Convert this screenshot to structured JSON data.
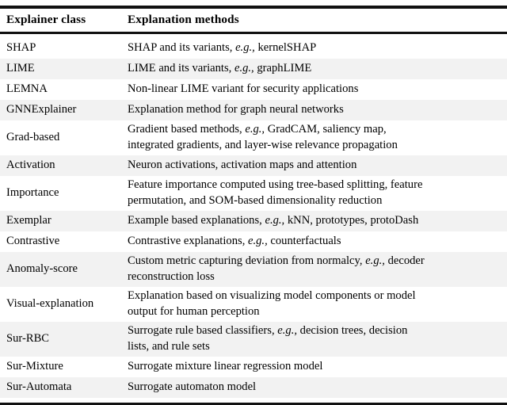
{
  "table": {
    "columns": [
      {
        "key": "explainer_class",
        "label": "Explainer class"
      },
      {
        "key": "explanation_methods",
        "label": "Explanation methods"
      }
    ],
    "rows": [
      {
        "explainer_class": "SHAP",
        "explanation_methods": "SHAP and its variants, e.g., kernelSHAP",
        "method_pre": "SHAP and its variants,",
        "method_eg": "e.g.,",
        "method_post": "kernelSHAP",
        "lines": 1,
        "shaded": false
      },
      {
        "explainer_class": "LIME",
        "explanation_methods": "LIME and its variants, e.g., graphLIME",
        "method_pre": "LIME and its variants,",
        "method_eg": "e.g.,",
        "method_post": "graphLIME",
        "lines": 1,
        "shaded": true
      },
      {
        "explainer_class": "LEMNA",
        "explanation_methods": "Non-linear LIME variant for security applications",
        "method_pre": "Non-linear LIME variant for security applications",
        "method_eg": "",
        "method_post": "",
        "lines": 1,
        "shaded": false
      },
      {
        "explainer_class": "GNNExplainer",
        "explanation_methods": "Explanation method for graph neural networks",
        "method_pre": "Explanation method for graph neural networks",
        "method_eg": "",
        "method_post": "",
        "lines": 1,
        "shaded": true
      },
      {
        "explainer_class": "Grad-based",
        "explanation_methods": "Gradient based methods, e.g., GradCAM, saliency map, integrated gradients, and layer-wise relevance propagation",
        "method_pre": "Gradient based methods,",
        "method_eg": "e.g.,",
        "method_post": "GradCAM, saliency map,",
        "method_line2": "integrated gradients, and layer-wise relevance propagation",
        "lines": 2,
        "shaded": false
      },
      {
        "explainer_class": "Activation",
        "explanation_methods": "Neuron activations, activation maps and attention",
        "method_pre": "Neuron activations, activation maps and attention",
        "method_eg": "",
        "method_post": "",
        "lines": 1,
        "shaded": true
      },
      {
        "explainer_class": "Importance",
        "explanation_methods": "Feature importance computed using tree-based splitting, feature permutation, and SOM-based dimensionality reduction",
        "method_pre": "Feature importance computed using tree-based splitting, feature",
        "method_eg": "",
        "method_post": "",
        "method_line2": "permutation, and SOM-based dimensionality reduction",
        "lines": 2,
        "shaded": false
      },
      {
        "explainer_class": "Exemplar",
        "explanation_methods": "Example based explanations, e.g., kNN, prototypes, protoDash",
        "method_pre": "Example based explanations,",
        "method_eg": "e.g.,",
        "method_post": "kNN, prototypes, protoDash",
        "lines": 1,
        "shaded": true
      },
      {
        "explainer_class": "Contrastive",
        "explanation_methods": "Contrastive explanations, e.g., counterfactuals",
        "method_pre": "Contrastive explanations,",
        "method_eg": "e.g.,",
        "method_post": "counterfactuals",
        "lines": 1,
        "shaded": false
      },
      {
        "explainer_class": "Anomaly-score",
        "explanation_methods": "Custom metric capturing deviation from normalcy, e.g., decoder reconstruction loss",
        "method_pre": "Custom metric capturing deviation from normalcy,",
        "method_eg": "e.g.,",
        "method_post": "decoder",
        "method_line2": "reconstruction loss",
        "lines": 2,
        "shaded": true
      },
      {
        "explainer_class": "Visual-explanation",
        "explanation_methods": "Explanation based on visualizing model components or model output for human perception",
        "method_pre": "Explanation based on visualizing model components or model",
        "method_eg": "",
        "method_post": "",
        "method_line2": "output for human perception",
        "lines": 2,
        "shaded": false
      },
      {
        "explainer_class": "Sur-RBC",
        "explanation_methods": "Surrogate rule based classifiers, e.g., decision trees, decision lists, and rule sets",
        "method_pre": "Surrogate rule based classifiers,",
        "method_eg": "e.g.,",
        "method_post": "decision trees, decision",
        "method_line2": "lists, and rule sets",
        "lines": 2,
        "shaded": true
      },
      {
        "explainer_class": "Sur-Mixture",
        "explanation_methods": "Surrogate mixture linear regression model",
        "method_pre": "Surrogate mixture linear regression model",
        "method_eg": "",
        "method_post": "",
        "lines": 1,
        "shaded": false
      },
      {
        "explainer_class": "Sur-Automata",
        "explanation_methods": "Surrogate automaton model",
        "method_pre": "Surrogate automaton model",
        "method_eg": "",
        "method_post": "",
        "lines": 1,
        "shaded": true
      }
    ],
    "style": {
      "shade_color": "#f2f2f2",
      "rule_color": "#111111",
      "text_color": "#000000"
    }
  }
}
